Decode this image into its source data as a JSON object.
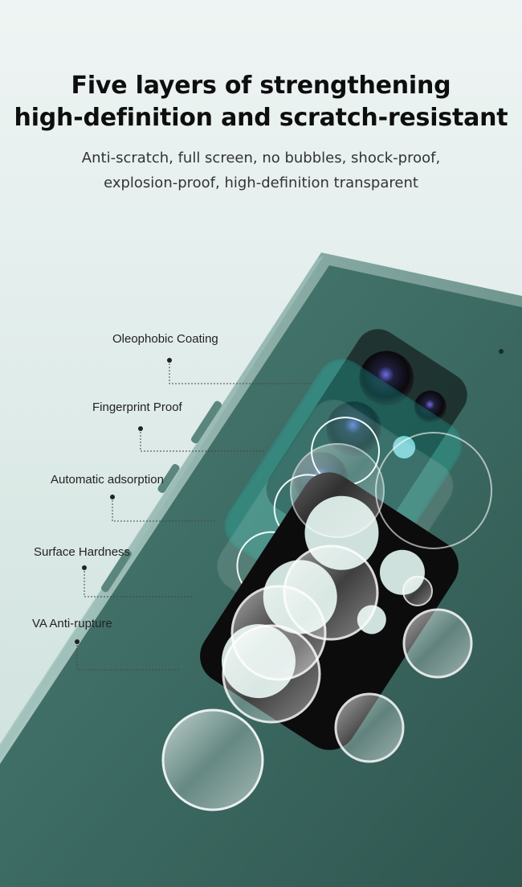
{
  "headline": {
    "line1": "Five layers of strengthening",
    "line2": "high-definition and scratch-resistant"
  },
  "subheadline": {
    "line1": "Anti-scratch, full screen, no bubbles, shock-proof,",
    "line2": "explosion-proof, high-definition transparent"
  },
  "layers": [
    {
      "label": "Oleophobic Coating"
    },
    {
      "label": "Fingerprint Proof"
    },
    {
      "label": "Automatic adsorption"
    },
    {
      "label": "Surface Hardness"
    },
    {
      "label": "VA Anti-rupture"
    }
  ],
  "colors": {
    "phone_body": "#3c6b63",
    "phone_edge": "#8fb3ac",
    "film_teal": "#22c7b8",
    "frame_black": "#0c0c0c",
    "text_dark": "#0e0e0e"
  }
}
